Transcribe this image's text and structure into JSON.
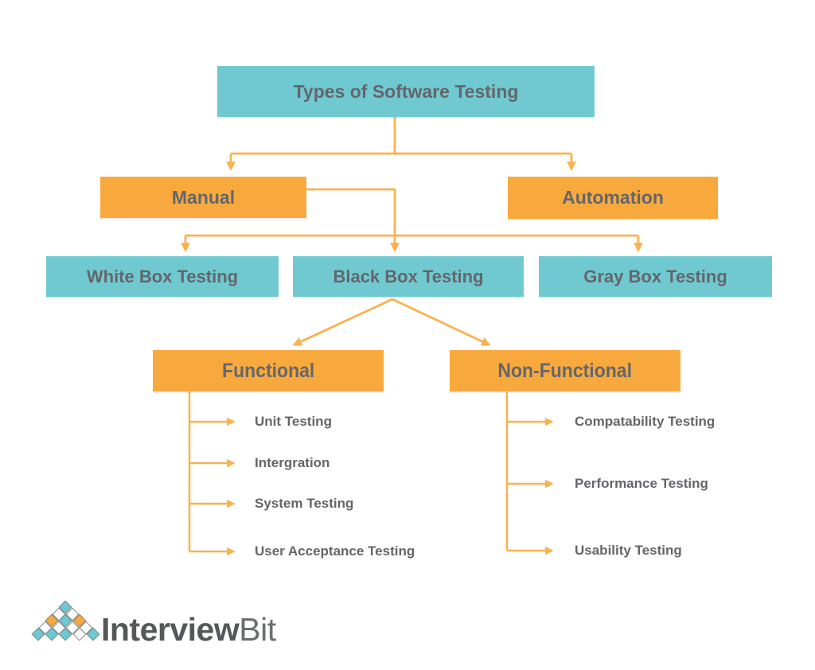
{
  "diagram": {
    "title": "Types of Software Testing",
    "level2": {
      "manual": "Manual",
      "automation": "Automation"
    },
    "level3": {
      "white_box": "White Box Testing",
      "black_box": "Black Box Testing",
      "gray_box": "Gray Box Testing"
    },
    "level4": {
      "functional": "Functional",
      "non_functional": "Non-Functional"
    },
    "functional_items": [
      "Unit Testing",
      "Intergration",
      "System Testing",
      "User Acceptance Testing"
    ],
    "nonfunctional_items": [
      "Compatability Testing",
      "Performance Testing",
      "Usability Testing"
    ]
  },
  "colors": {
    "teal_box": "#70C9D1",
    "orange_box": "#F8A93E",
    "connector": "#F9B24F",
    "box_text": "#64666B",
    "logo_primary_text": "#565759",
    "logo_secondary_text": "#6B6D70",
    "diamond_teal": "#6CC9D1",
    "diamond_orange": "#F7A93D",
    "diamond_white": "#FFFFFF"
  },
  "logo": {
    "text_primary": "Interview",
    "text_secondary": "Bit",
    "pyramid_rows": [
      [
        "teal"
      ],
      [
        "white",
        "white"
      ],
      [
        "orange",
        "teal",
        "orange"
      ],
      [
        "white",
        "white",
        "white",
        "white"
      ],
      [
        "teal",
        "teal",
        "teal",
        "white",
        "teal"
      ]
    ]
  }
}
